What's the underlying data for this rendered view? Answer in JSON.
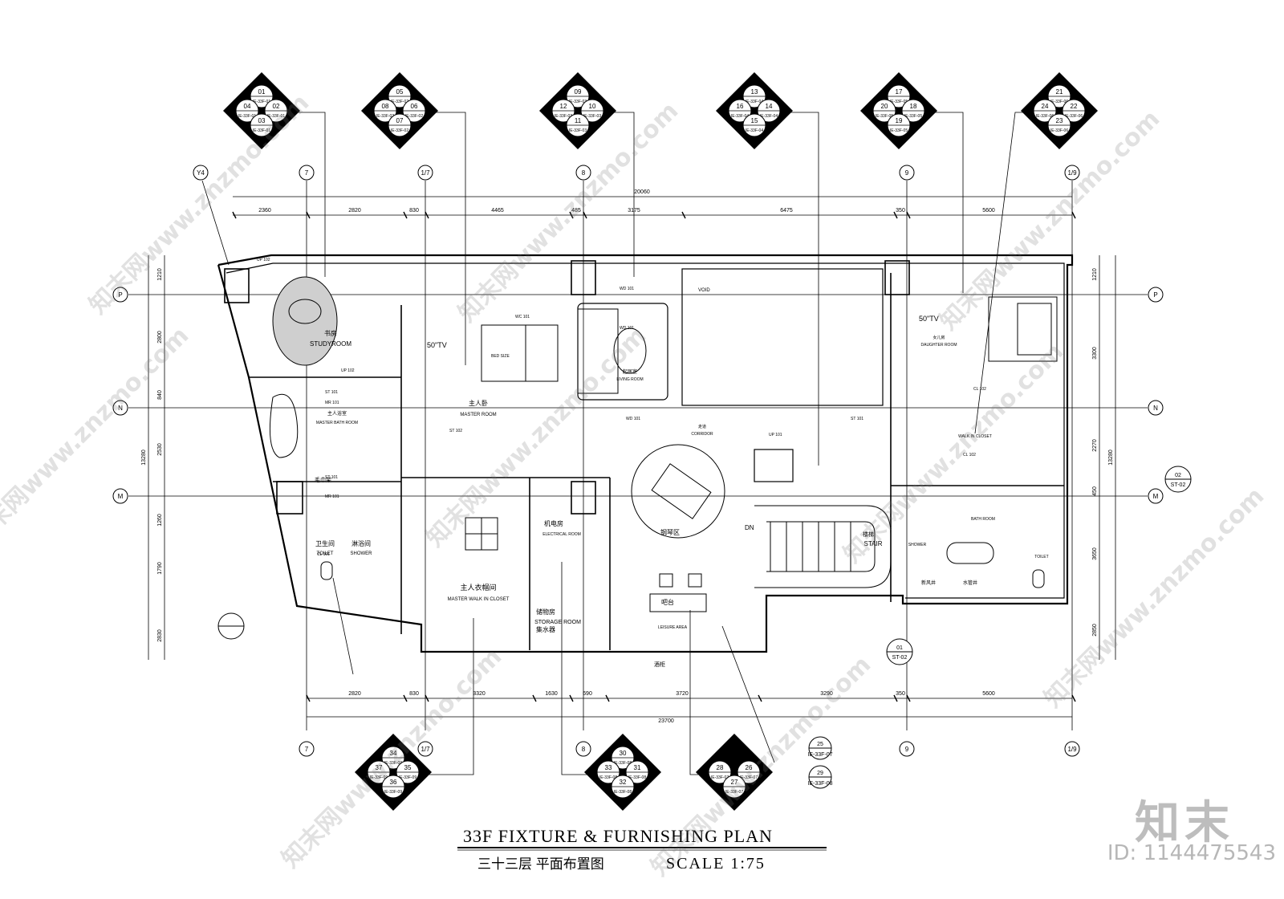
{
  "title": {
    "main": "33F FIXTURE & FURNISHING PLAN",
    "sub_cn": "三十三层 平面布置图",
    "scale": "SCALE 1:75"
  },
  "watermark": {
    "text": "知末网www.znzmo.com",
    "logo": "知末",
    "id": "ID: 1144475543"
  },
  "dimensions": {
    "total_top": "20060",
    "total_bottom": "23700",
    "top_segments": [
      "2360",
      "2820",
      "830",
      "4465",
      "485",
      "3175",
      "6475",
      "350",
      "5600"
    ],
    "bottom_segments": [
      "2820",
      "830",
      "3320",
      "1630",
      "690",
      "3720",
      "3290",
      "350",
      "5600"
    ],
    "left_segments": [
      "1210",
      "2800",
      "840",
      "2530",
      "1260",
      "1790",
      "2830"
    ],
    "left_total": "13280",
    "right_segments": [
      "1210",
      "3300",
      "2270",
      "450",
      "3650",
      "2850"
    ],
    "right_total": "13280"
  },
  "axes": {
    "top": [
      "Y4",
      "7",
      "1/7",
      "8",
      "9",
      "1/9"
    ],
    "bottom": [
      "7",
      "1/7",
      "8",
      "9",
      "1/9"
    ],
    "rows": [
      "P",
      "N",
      "M"
    ]
  },
  "rooms": [
    {
      "cn": "书房",
      "en": "STUDYROOM"
    },
    {
      "cn": "主人卧",
      "en": "MASTER ROOM"
    },
    {
      "cn": "起居室",
      "en": "LIVING ROOM"
    },
    {
      "cn": "主人浴室",
      "en": "MASTER BATH ROOM"
    },
    {
      "cn": "主人衣帽间",
      "en": "MASTER WALK IN CLOSET"
    },
    {
      "cn": "机电房",
      "en": "ELECTRICAL ROOM"
    },
    {
      "cn": "储物房",
      "en": "STORAGE ROOM"
    },
    {
      "cn": "卫生间",
      "en": "TOILET"
    },
    {
      "cn": "淋浴间",
      "en": "SHOWER"
    },
    {
      "cn": "女儿房",
      "en": "DAUGHTER ROOM"
    },
    {
      "cn": "",
      "en": "WALK IN CLOSET"
    },
    {
      "cn": "",
      "en": "BATH ROOM"
    },
    {
      "cn": "",
      "en": "TOILET"
    },
    {
      "cn": "",
      "en": "SHOWER"
    },
    {
      "cn": "走道",
      "en": "CORRIDOR"
    },
    {
      "cn": "",
      "en": "LEISURE AREA"
    },
    {
      "cn": "钢琴区",
      "en": ""
    },
    {
      "cn": "楼梯",
      "en": "STAIR"
    },
    {
      "cn": "吧台",
      "en": ""
    }
  ],
  "labels": {
    "tv1": "50\"TV",
    "tv2": "50\"TV",
    "void": "VOID",
    "dn": "DN",
    "towel": "毛巾架",
    "bed": "BED SIZE",
    "water_heater": "集水器",
    "cabinet": "酒柜",
    "wind_shaft": "新风井",
    "water_shaft": "水管井"
  },
  "elevation_keys": [
    {
      "n": [
        "01",
        "04",
        "02",
        "03"
      ],
      "r": [
        "IE-33F-01",
        "IE-33F-01",
        "IE-33F-01",
        "IE-33F-01"
      ]
    },
    {
      "n": [
        "05",
        "08",
        "06",
        "07"
      ],
      "r": [
        "IE-33F-02",
        "IE-33F-02",
        "IE-33F-02",
        "IE-33F-02"
      ]
    },
    {
      "n": [
        "09",
        "12",
        "10",
        "11"
      ],
      "r": [
        "IE-33F-03",
        "IE-33F-03",
        "IE-33F-03",
        "IE-33F-03"
      ]
    },
    {
      "n": [
        "13",
        "16",
        "14",
        "15"
      ],
      "r": [
        "IE-33F-04",
        "IE-33F-04",
        "IE-33F-04",
        "IE-33F-04"
      ]
    },
    {
      "n": [
        "17",
        "20",
        "18",
        "19"
      ],
      "r": [
        "IE-33F-05",
        "IE-33F-05",
        "IE-33F-05",
        "IE-33F-05"
      ]
    },
    {
      "n": [
        "21",
        "24",
        "22",
        "23"
      ],
      "r": [
        "IE-33F-06",
        "IE-33F-06",
        "IE-33F-06",
        "IE-33F-06"
      ]
    },
    {
      "n": [
        "34",
        "37",
        "35",
        "36"
      ],
      "r": [
        "IE-33F-09",
        "IE-33F-09",
        "IE-33F-09",
        "IE-33F-09"
      ]
    },
    {
      "n": [
        "30",
        "33",
        "31",
        "32"
      ],
      "r": [
        "IE-33F-08",
        "IE-33F-08",
        "IE-33F-08",
        "IE-33F-08"
      ]
    },
    {
      "n": [
        "",
        "28",
        "26",
        "27"
      ],
      "r": [
        "",
        "IE-33F-07",
        "IE-33F-07",
        "IE-33F-07"
      ]
    }
  ],
  "small_keys": [
    {
      "n": "25",
      "r": "IE-33F-07"
    },
    {
      "n": "29",
      "r": "IE-33F-08"
    }
  ],
  "section_markers": [
    {
      "n": "02",
      "r": "ST-02"
    },
    {
      "n": "01",
      "r": "ST-02"
    }
  ],
  "material_tags": [
    "UP 102",
    "WD 101",
    "MR 101",
    "ST 101",
    "CL 101",
    "WC 101",
    "UP 101",
    "ST 102",
    "CL 102"
  ]
}
